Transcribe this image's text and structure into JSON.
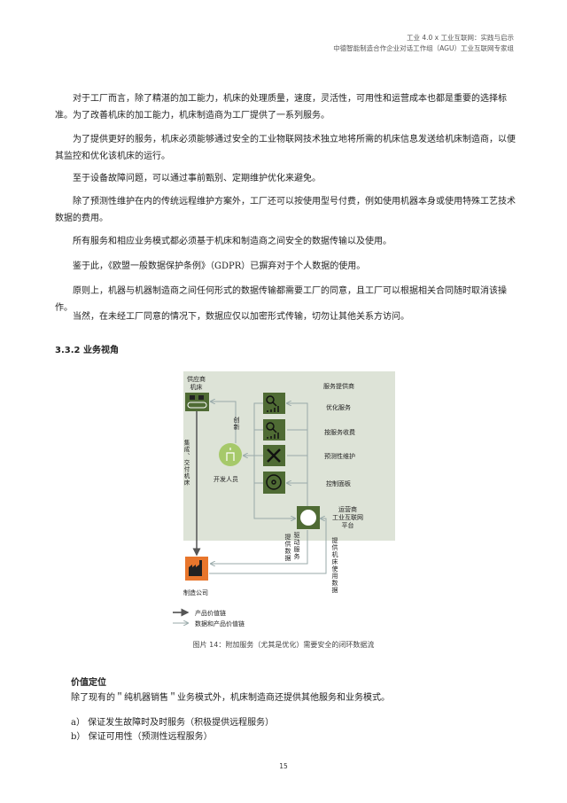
{
  "header": {
    "line1": "工业 4.0 x 工业互联网：实践与启示",
    "line2": "中德智能制造合作企业对话工作组（AGU）工业互联网专家组"
  },
  "paragraphs": [
    "对于工厂而言，除了精湛的加工能力，机床的处理质量，速度，灵活性，可用性和运营成本也都是重要的选择标准。为了改善机床的加工能力，机床制造商为工厂提供了一系列服务。",
    "为了提供更好的服务，机床必须能够通过安全的工业物联网技术独立地将所需的机床信息发送给机床制造商，以便其监控和优化该机床的运行。",
    "至于设备故障问题，可以通过事前甄别、定期维护优化来避免。",
    "除了预测性维护在内的传统远程维护方案外，工厂还可以按使用型号付费，例如使用机器本身或使用特殊工艺技术数据的费用。",
    "所有服务和相应业务模式都必须基于机床和制造商之间安全的数据传输以及使用。",
    "鉴于此，《欧盟一般数据保护条例》（GDPR）已摒弃对于个人数据的使用。",
    "原则上，机器与机器制造商之间任何形式的数据传输都需要工厂的同意，且工厂可以根据相关合同随时取消该操作。",
    "当然，在未经工厂同意的情况下，数据应仅以加密形式传输，切勿让其他关系方访问。"
  ],
  "section_heading": "3.3.2  业务视角",
  "diagram": {
    "supplier": "供应商\n机床",
    "service_provider": "服务提供商",
    "services": [
      "优化服务",
      "按服务收费",
      "预测性维护",
      "控制面板"
    ],
    "innovation": "创新",
    "developer": "开发人员",
    "integrate": "集成、交付机床",
    "platform": "运营商\n工业互联网\n平台",
    "provide_data": "提供数据",
    "drive_service": "驱动服务",
    "machine_data": "提供机床使用数据",
    "manufacturer": "制造公司",
    "legend": [
      "产品价值链",
      "数据和产品价值链"
    ],
    "colors": {
      "bg": "#dde3d7",
      "icon": "#4f6b34",
      "factory": "#e8762c",
      "dev": "#a6c96a"
    }
  },
  "caption": "图片 14：附加服务（尤其是优化）需要安全的闭环数据流",
  "subheading": "价值定位",
  "body2": "除了现有的＂纯机器销售＂业务模式外，机床制造商还提供其他服务和业务模式。",
  "list": [
    "a） 保证发生故障时及时服务（积极提供远程服务）",
    "b） 保证可用性（预测性远程服务）"
  ],
  "page_number": "15"
}
